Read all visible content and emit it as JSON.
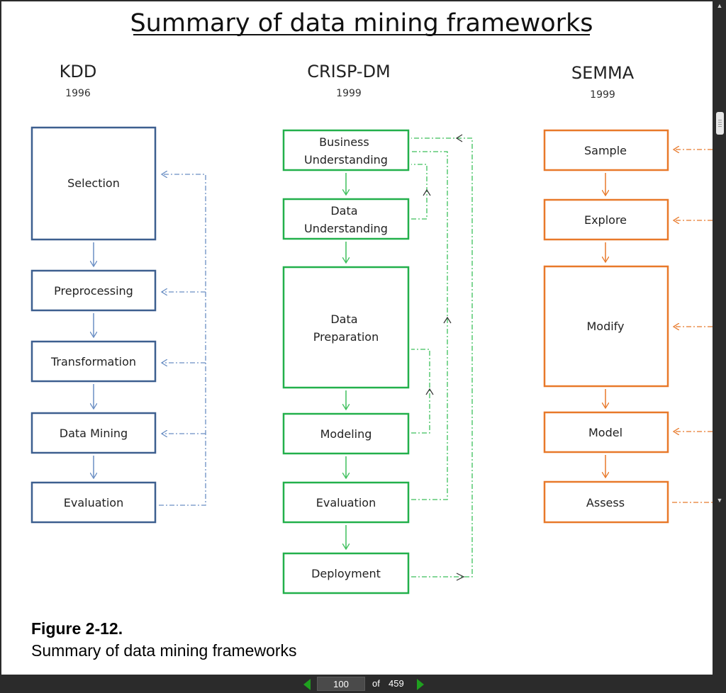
{
  "figure": {
    "title": "Summary of data mining frameworks",
    "frameworks": [
      {
        "name": "KDD",
        "year": "1996",
        "color": "#3d5f8f",
        "steps": [
          "Selection",
          "Preprocessing",
          "Transformation",
          "Data Mining",
          "Evaluation"
        ]
      },
      {
        "name": "CRISP-DM",
        "year": "1999",
        "color": "#22b04b",
        "steps": [
          "Business Understanding",
          "Data Understanding",
          "Data Preparation",
          "Modeling",
          "Evaluation",
          "Deployment"
        ]
      },
      {
        "name": "SEMMA",
        "year": "1999",
        "color": "#e8792a",
        "steps": [
          "Sample",
          "Explore",
          "Modify",
          "Model",
          "Assess"
        ]
      }
    ]
  },
  "caption": {
    "label": "Figure 2-12.",
    "text": "Summary of data mining frameworks"
  },
  "navigation": {
    "current_page": "100",
    "of_label": "of",
    "total_pages": "459"
  },
  "colors": {
    "viewer_background": "#2b2b2b",
    "nav_arrow": "#1fa01f"
  },
  "icons": {
    "prev": "triangle-left-icon",
    "next": "triangle-right-icon"
  }
}
